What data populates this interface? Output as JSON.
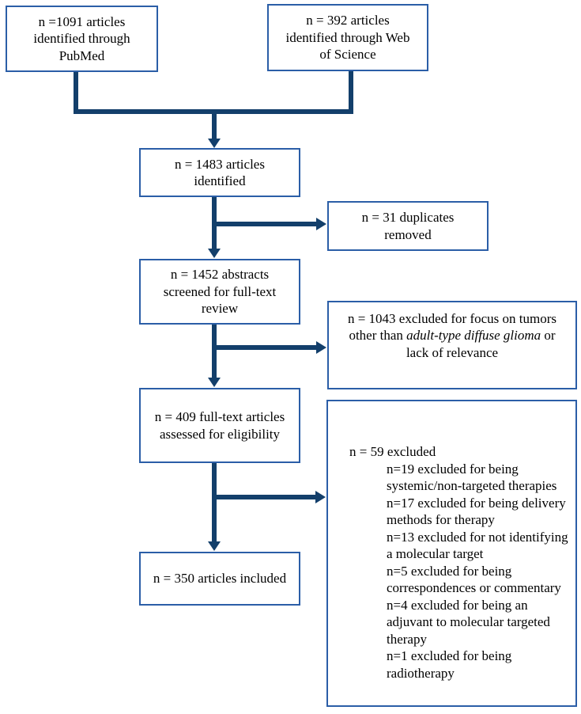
{
  "colors": {
    "box_border": "#2b5ea7",
    "connector": "#133f6b",
    "text": "#000000",
    "background": "#ffffff"
  },
  "diagram_type": "prisma-flowchart",
  "nodes": {
    "pubmed": {
      "label": "n =1091 articles identified through PubMed"
    },
    "web_of_science": {
      "label": "n = 392 articles identified through Web of Science"
    },
    "identified": {
      "label": "n = 1483 articles identified"
    },
    "duplicates": {
      "label": "n = 31 duplicates removed"
    },
    "screened": {
      "label": "n = 1452 abstracts screened for full-text review"
    },
    "excluded_focus": {
      "prefix": "n = 1043 excluded for focus on tumors other than ",
      "italic": "adult-type diffuse glioma",
      "suffix": " or lack of relevance"
    },
    "eligibility": {
      "label": "n = 409 full-text articles assessed for eligibility"
    },
    "excluded_fulltext": {
      "title": "n = 59 excluded",
      "items": [
        "n=19 excluded for being systemic/non-targeted therapies",
        "n=17 excluded for being delivery methods for therapy",
        "n=13 excluded for not identifying a molecular target",
        "n=5 excluded for being correspondences or commentary",
        "n=4 excluded for being an adjuvant to molecular targeted therapy",
        "n=1 excluded for being radiotherapy"
      ]
    },
    "included": {
      "label": "n = 350 articles included"
    }
  }
}
